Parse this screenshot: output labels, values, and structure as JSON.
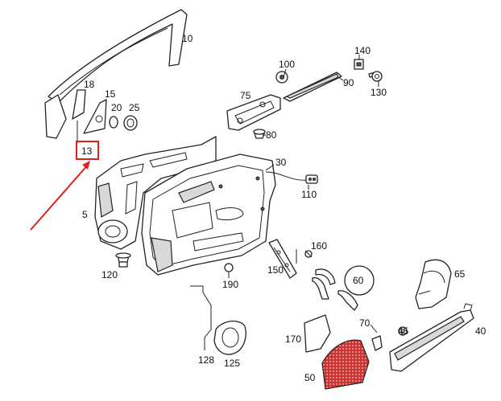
{
  "diagram": {
    "callouts": [
      {
        "id": "10",
        "text": "10"
      },
      {
        "id": "18",
        "text": "18"
      },
      {
        "id": "15",
        "text": "15"
      },
      {
        "id": "20",
        "text": "20"
      },
      {
        "id": "25",
        "text": "25"
      },
      {
        "id": "13",
        "text": "13"
      },
      {
        "id": "100",
        "text": "100"
      },
      {
        "id": "90",
        "text": "90"
      },
      {
        "id": "140",
        "text": "140"
      },
      {
        "id": "130",
        "text": "130"
      },
      {
        "id": "75",
        "text": "75"
      },
      {
        "id": "80",
        "text": "80"
      },
      {
        "id": "30",
        "text": "30"
      },
      {
        "id": "110",
        "text": "110"
      },
      {
        "id": "5",
        "text": "5"
      },
      {
        "id": "160",
        "text": "160"
      },
      {
        "id": "150",
        "text": "150"
      },
      {
        "id": "120",
        "text": "120"
      },
      {
        "id": "190",
        "text": "190"
      },
      {
        "id": "60",
        "text": "60"
      },
      {
        "id": "65",
        "text": "65"
      },
      {
        "id": "70",
        "text": "70"
      },
      {
        "id": "45",
        "text": "45"
      },
      {
        "id": "40",
        "text": "40"
      },
      {
        "id": "170",
        "text": "170"
      },
      {
        "id": "128",
        "text": "128"
      },
      {
        "id": "125",
        "text": "125"
      },
      {
        "id": "50",
        "text": "50"
      }
    ],
    "highlight": {
      "part": "13",
      "color": "#e0201b"
    }
  }
}
